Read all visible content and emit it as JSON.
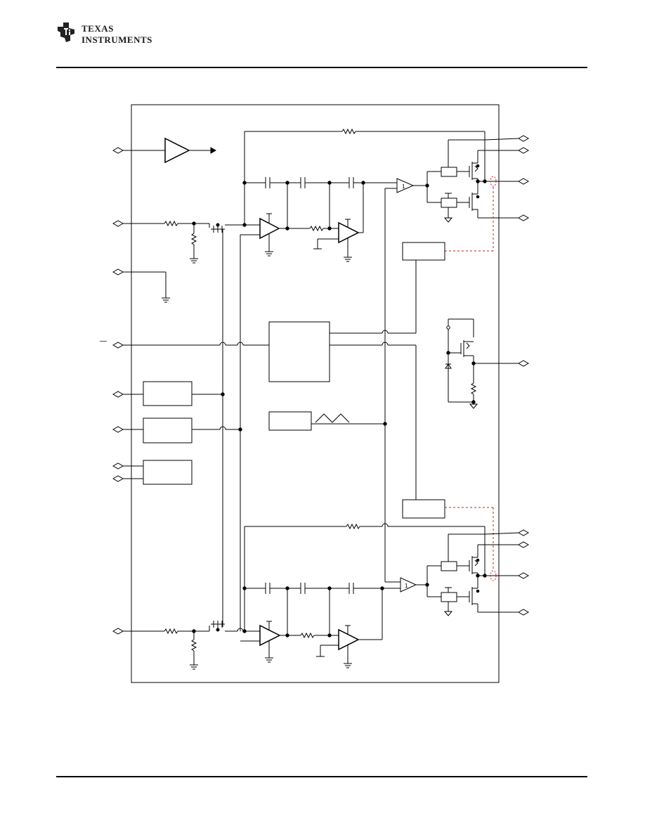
{
  "header": {
    "logo_line1": "TEXAS",
    "logo_line2": "INSTRUMENTS",
    "logo_icon": "ti-chip-logo-icon"
  },
  "diagram": {
    "overbar_mark": "—",
    "buffer_gain_label": "1",
    "colors": {
      "line": "#000000",
      "feedback_dashed": "#d11c1c"
    }
  }
}
